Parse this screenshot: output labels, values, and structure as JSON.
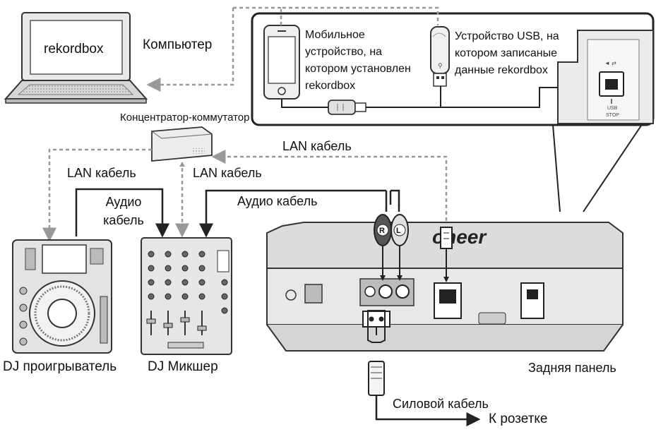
{
  "labels": {
    "rekordbox_screen": "rekordbox",
    "computer": "Компьютер",
    "mobile_device": "Мобильное устройство, на котором установлен rekordbox",
    "usb_device": "Устройство USB, на котором записаные данные rekordbox",
    "hub": "Концентратор-коммутатор",
    "lan_cable_top": "LAN кабель",
    "lan_cable_left": "LAN кабель",
    "lan_cable_mid": "LAN кабель",
    "audio_cable_left": "Аудио кабель",
    "audio_cable_right": "Аудио кабель",
    "dj_player": "DJ проигрыватель",
    "dj_mixer": "DJ Микшер",
    "rear_panel": "Задняя панель",
    "power_cable": "Силовой кабель",
    "outlet": "К розетке",
    "brand": "Pioneer",
    "plug_r": "R",
    "plug_l": "L"
  },
  "colors": {
    "line": "#222222",
    "dashed_cable": "#999999",
    "device_fill": "#e6e6e6",
    "device_dark": "#3a3a3a",
    "panel_fill": "#d9d9d9"
  },
  "icons": [
    "laptop-icon",
    "smartphone-icon",
    "usb-stick-icon",
    "network-hub-icon",
    "dj-player-icon",
    "dj-mixer-icon",
    "rear-panel-icon",
    "power-plug-icon",
    "rca-plug-icon",
    "lan-plug-icon"
  ]
}
